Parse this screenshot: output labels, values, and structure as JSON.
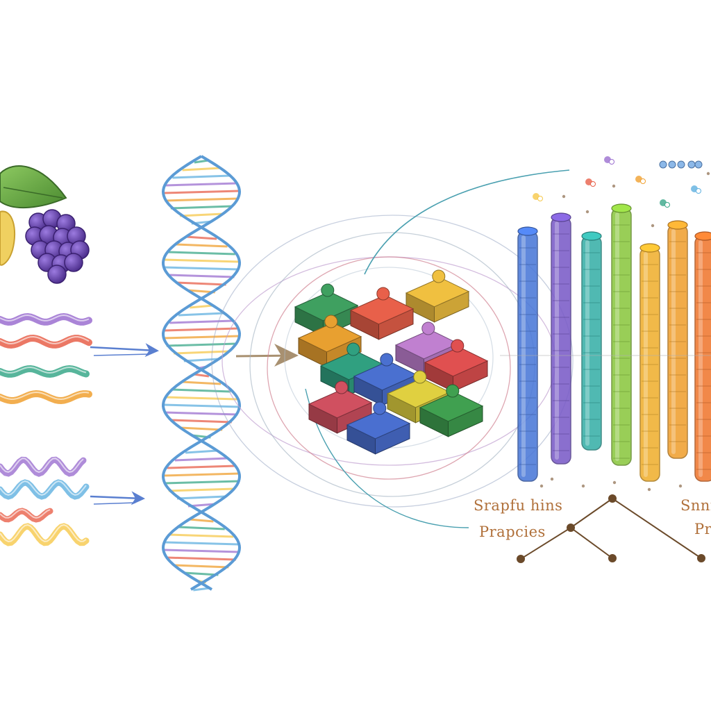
{
  "labels": {
    "left_line1": "Srapfu hins",
    "left_line2": "Prapcies",
    "right_line1": "Snnm",
    "right_line2": "Pri"
  },
  "colors": {
    "helix_strand": "#5b9bd5",
    "arrow_blue": "#5a7fd0",
    "arrow_tan": "#a89070",
    "label_text": "#b0703a",
    "tree_line": "#6b4a2a",
    "strand_colors": [
      "#9b6fd0",
      "#e8604a",
      "#f0a030",
      "#3aa889",
      "#f6c84a",
      "#5fb0e0"
    ],
    "puzzle_colors": [
      "#3fa060",
      "#e8604a",
      "#f0c040",
      "#e8a030",
      "#c080d0",
      "#e05050",
      "#30a080",
      "#4a70d0",
      "#e0d040",
      "#d05060",
      "#4a6fd0",
      "#40a050"
    ],
    "column_colors": [
      "#4a78d8",
      "#7a5cc8",
      "#38b0a8",
      "#8cc840",
      "#f0b030",
      "#f0a030",
      "#f07830"
    ]
  },
  "icons": [
    "grape-cluster-icon",
    "leaf-icon",
    "lemon-icon"
  ]
}
